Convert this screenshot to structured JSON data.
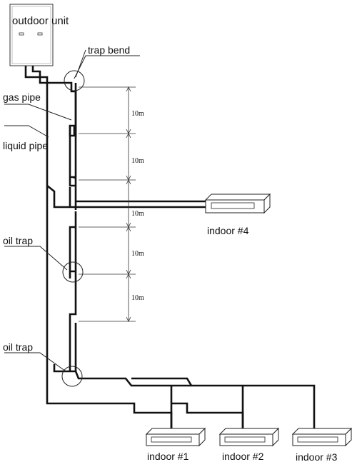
{
  "labels": {
    "outdoor_unit": "outdoor unit",
    "trap_bend": "trap bend",
    "gas_pipe": "gas pipe",
    "liquid_pipe": "liquid pipe",
    "oil_trap_1": "oil trap",
    "oil_trap_2": "oil trap",
    "indoor_4": "indoor #4",
    "indoor_1": "indoor #1",
    "indoor_2": "indoor #2",
    "indoor_3": "indoor #3"
  },
  "dimensions": [
    "10m",
    "10m",
    "10m",
    "10m",
    "10m"
  ]
}
